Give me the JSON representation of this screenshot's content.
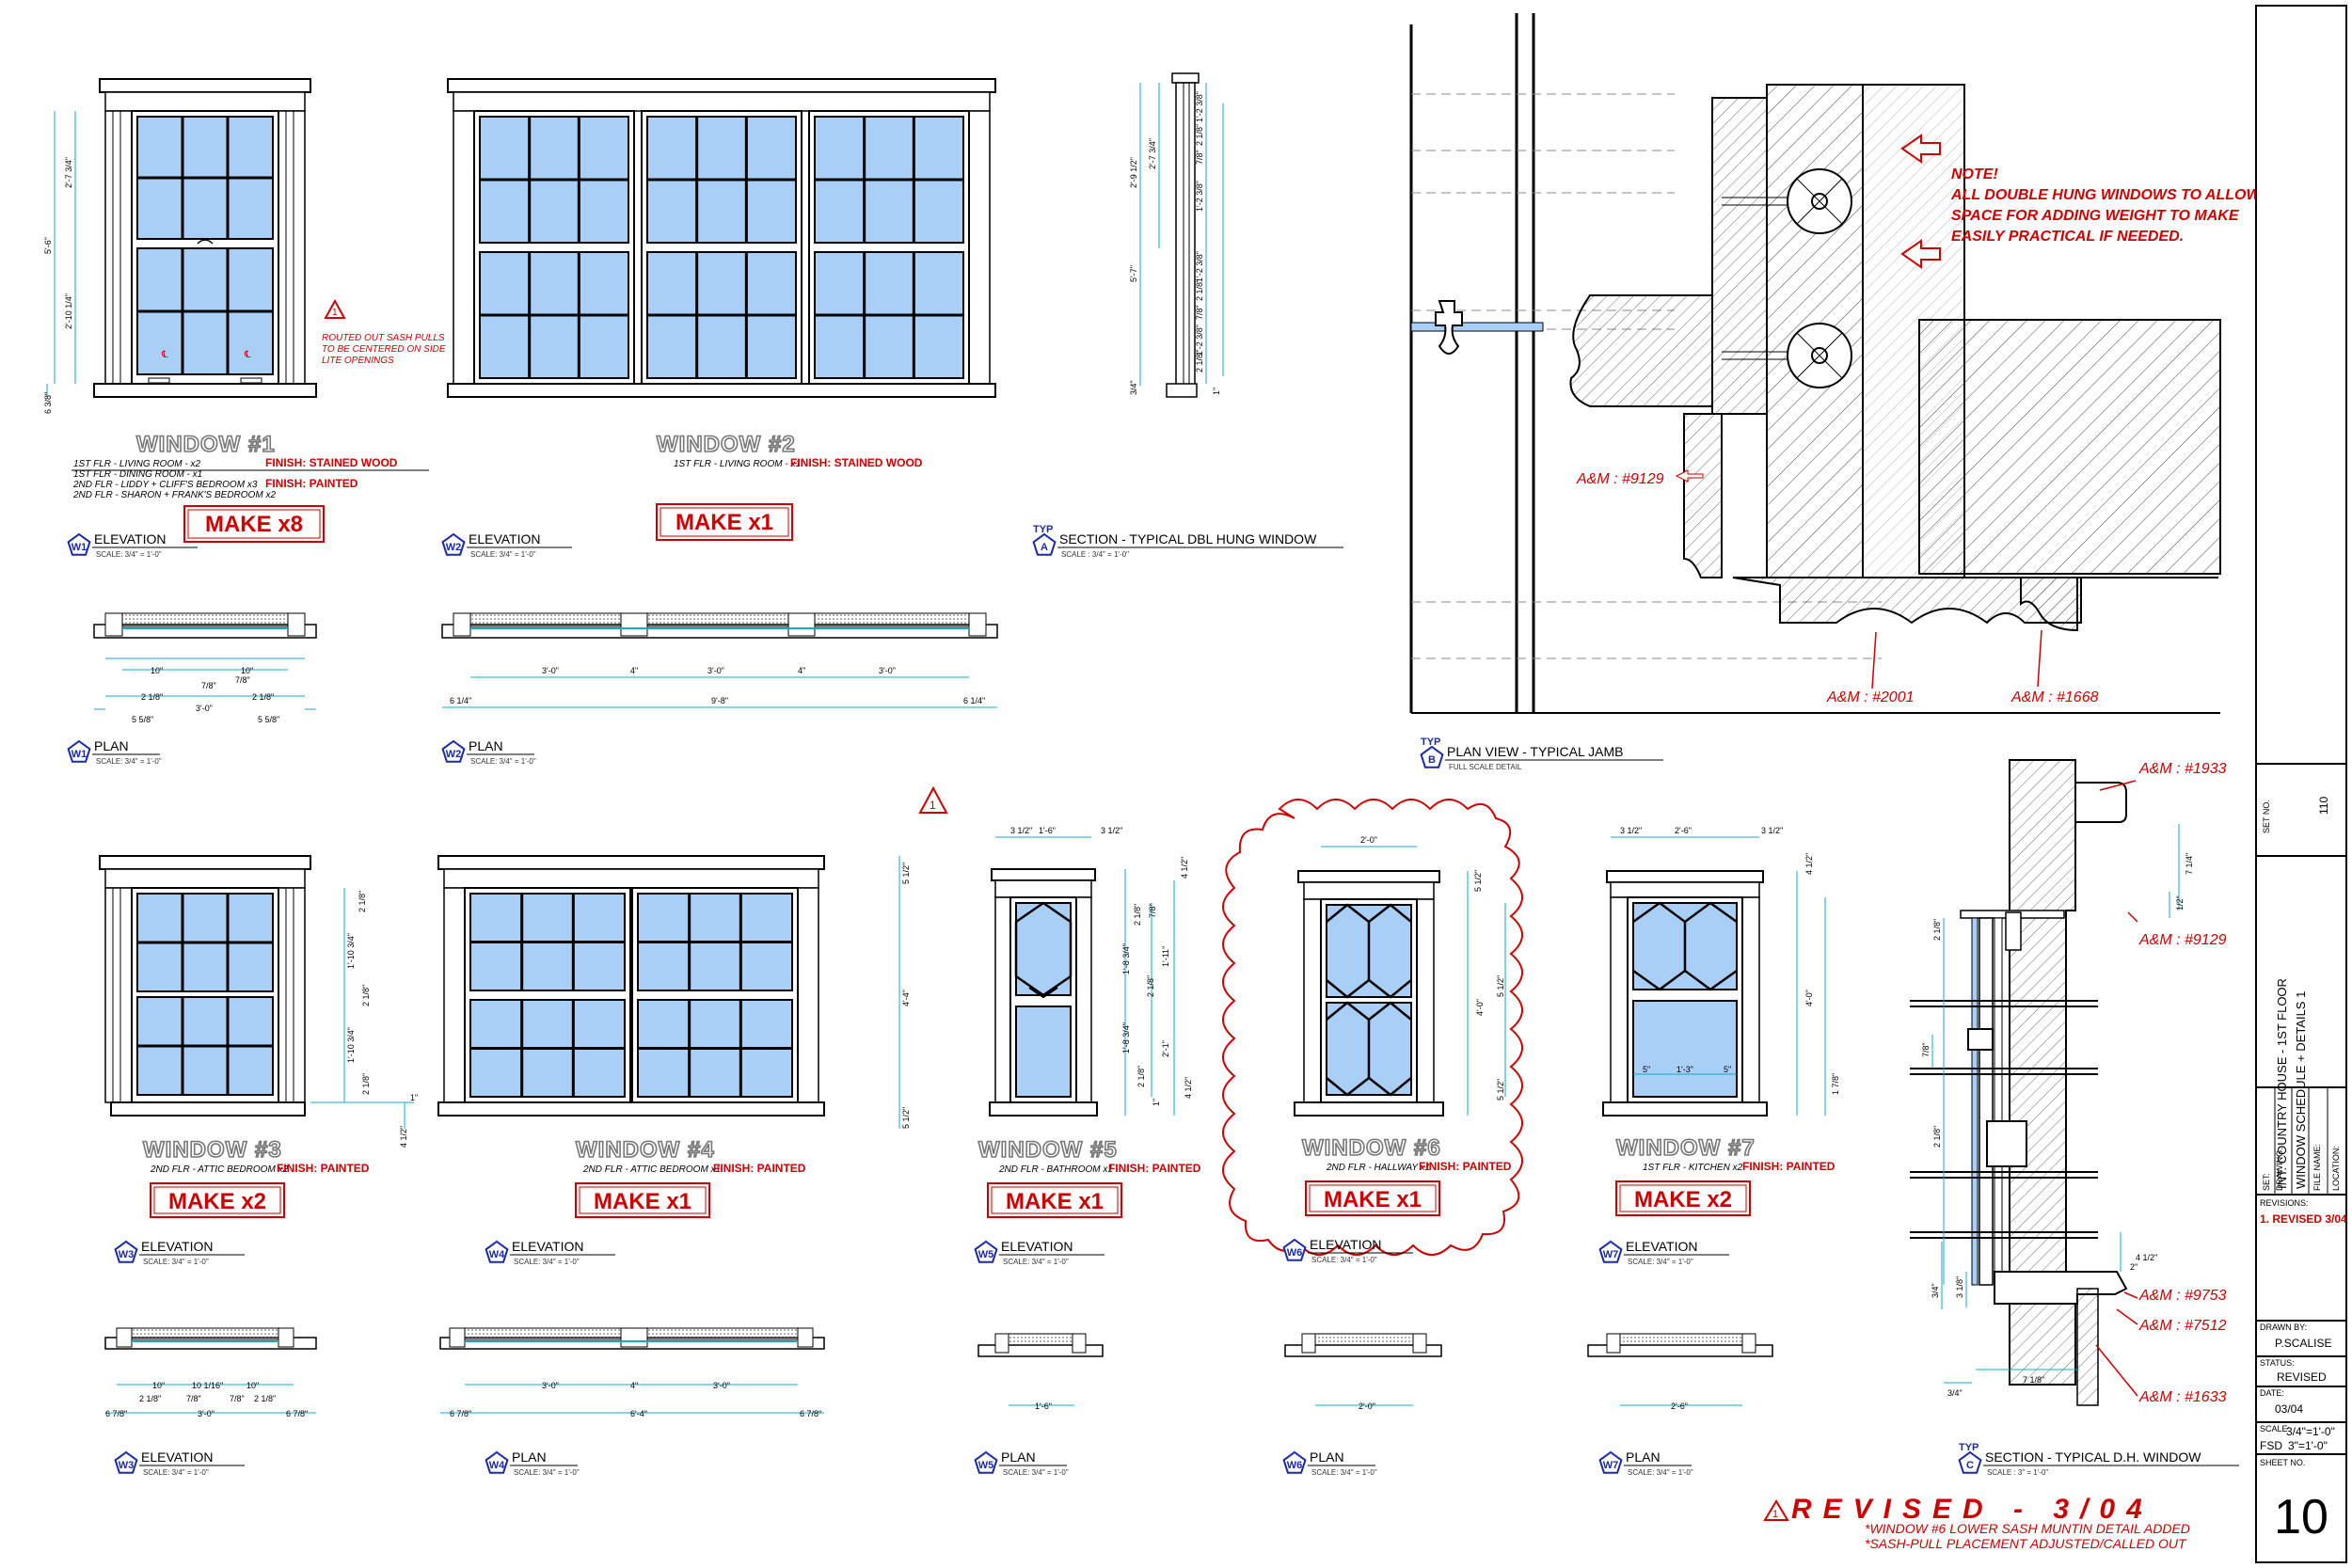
{
  "windows": {
    "w1": {
      "title": "WINDOW #1",
      "locations": [
        "1ST FLR - LIVING ROOM - x2",
        "1ST FLR - DINING ROOM - x1",
        "2ND FLR - LIDDY + CLIFF'S BEDROOM x3",
        "2ND FLR - SHARON + FRANK'S BEDROOM x2"
      ],
      "finish_a": "FINISH: STAINED WOOD",
      "finish_b": "FINISH: PAINTED",
      "make": "MAKE x8",
      "note": [
        "ROUTED OUT SASH PULLS",
        "TO BE CENTERED ON SIDE",
        "LITE OPENINGS"
      ],
      "dims": {
        "d1": "2'-7 3/4\"",
        "d2": "5'-6\"",
        "d3": "2'-10 1/4\"",
        "d4": "6 3/8\""
      }
    },
    "w2": {
      "title": "WINDOW #2",
      "locations": [
        "1ST FLR - LIVING ROOM - x1"
      ],
      "finish": "FINISH: STAINED WOOD",
      "make": "MAKE x1"
    },
    "w3": {
      "title": "WINDOW #3",
      "locations": [
        "2ND FLR - ATTIC BEDROOM x2"
      ],
      "finish": "FINISH: PAINTED",
      "make": "MAKE x2",
      "dims": {
        "d1": "2 1/8\"",
        "d2": "1'-10 3/4\"",
        "d3": "2 1/8\"",
        "d4": "1'-10 3/4\"",
        "d5": "2 1/8\"",
        "d6": "1\"",
        "d7": "4 1/2\""
      }
    },
    "w4": {
      "title": "WINDOW #4",
      "locations": [
        "2ND FLR - ATTIC BEDROOM x1"
      ],
      "finish": "FINISH: PAINTED",
      "make": "MAKE x1",
      "dims": {
        "d1": "5 1/2\"",
        "d2": "4'-4\"",
        "d3": "5 1/2\""
      }
    },
    "w5": {
      "title": "WINDOW #5",
      "locations": [
        "2ND FLR - BATHROOM x1"
      ],
      "finish": "FINISH: PAINTED",
      "make": "MAKE x1",
      "dims": {
        "top_a": "3 1/2\"",
        "top_b": "1'-6\"",
        "top_c": "3 1/2\"",
        "r1": "4 1/2\"",
        "r2": "2 1/8\"",
        "r3": "7/8\"",
        "r4": "1'-8 3/4\"",
        "r5": "1'-11\"",
        "r6": "2 1/8\"",
        "r7": "1'-8 3/4\"",
        "r8": "2'-1\"",
        "r9": "2 1/8\"",
        "r10": "1\"",
        "r11": "4 1/2\""
      }
    },
    "w6": {
      "title": "WINDOW #6",
      "locations": [
        "2ND FLR - HALLWAY x1"
      ],
      "finish": "FINISH: PAINTED",
      "make": "MAKE x1",
      "dims": {
        "top": "2'-0\"",
        "r1": "5 1/2\"",
        "r2": "5 1/2\"",
        "r3": "4'-0\"",
        "r4": "5 1/2\""
      }
    },
    "w7": {
      "title": "WINDOW #7",
      "locations": [
        "1ST FLR - KITCHEN x2"
      ],
      "finish": "FINISH: PAINTED",
      "make": "MAKE x2",
      "dims": {
        "top_a": "3 1/2\"",
        "top_b": "2'-6\"",
        "top_c": "3 1/2\"",
        "r1": "4 1/2\"",
        "r2": "4'-0\"",
        "r3": "1 7/8\"",
        "m1": "5\"",
        "m2": "1'-3\"",
        "m3": "5\""
      }
    }
  },
  "views": {
    "w1_elev": {
      "tag": "W1",
      "title": "ELEVATION",
      "scale": "SCALE: 3/4\" = 1'-0\""
    },
    "w2_elev": {
      "tag": "W2",
      "title": "ELEVATION",
      "scale": "SCALE: 3/4\" = 1'-0\""
    },
    "w1_plan": {
      "tag": "W1",
      "title": "PLAN",
      "scale": "SCALE: 3/4\" = 1'-0\""
    },
    "w2_plan": {
      "tag": "W2",
      "title": "PLAN",
      "scale": "SCALE: 3/4\" = 1'-0\""
    },
    "sec_a": {
      "tag": "A",
      "typ": "TYP",
      "title": "SECTION - TYPICAL DBL HUNG WINDOW",
      "scale": "SCALE : 3/4\" = 1'-0\""
    },
    "plan_b": {
      "tag": "B",
      "typ": "TYP",
      "title": "PLAN VIEW - TYPICAL JAMB",
      "scale": "FULL SCALE DETAIL"
    },
    "w3_elev": {
      "tag": "W3",
      "title": "ELEVATION",
      "scale": "SCALE: 3/4\" = 1'-0\""
    },
    "w4_elev": {
      "tag": "W4",
      "title": "ELEVATION",
      "scale": "SCALE: 3/4\" = 1'-0\""
    },
    "w5_elev": {
      "tag": "W5",
      "title": "ELEVATION",
      "scale": "SCALE: 3/4\" = 1'-0\""
    },
    "w6_elev": {
      "tag": "W6",
      "title": "ELEVATION",
      "scale": "SCALE: 3/4\" = 1'-0\""
    },
    "w7_elev": {
      "tag": "W7",
      "title": "ELEVATION",
      "scale": "SCALE: 3/4\" = 1'-0\""
    },
    "w3_plan": {
      "tag": "W3",
      "title": "ELEVATION",
      "scale": "SCALE: 3/4\" = 1'-0\""
    },
    "w4_plan": {
      "tag": "W4",
      "title": "PLAN",
      "scale": "SCALE: 3/4\" = 1'-0\""
    },
    "w5_plan": {
      "tag": "W5",
      "title": "PLAN",
      "scale": "SCALE: 3/4\" = 1'-0\""
    },
    "w6_plan": {
      "tag": "W6",
      "title": "PLAN",
      "scale": "SCALE: 3/4\" = 1'-0\""
    },
    "w7_plan": {
      "tag": "W7",
      "title": "PLAN",
      "scale": "SCALE: 3/4\" = 1'-0\""
    },
    "sec_c": {
      "tag": "C",
      "typ": "TYP",
      "title": "SECTION - TYPICAL D.H. WINDOW",
      "scale": "SCALE : 3\" = 1'-0\""
    }
  },
  "plan_dims": {
    "w1": {
      "a": "10\"",
      "b": "10\"",
      "c": "7/8\"",
      "d": "7/8\"",
      "e": "2 1/8\"",
      "f": "2 1/8\"",
      "g": "3'-0\"",
      "h": "5 5/8\"",
      "i": "5 5/8\""
    },
    "w2": {
      "a": "3'-0\"",
      "b": "4\"",
      "c": "3'-0\"",
      "d": "4\"",
      "e": "3'-0\"",
      "f": "6 1/4\"",
      "g": "9'-8\"",
      "h": "6 1/4\""
    },
    "w3": {
      "a": "10\"",
      "b": "10 1/16\"",
      "c": "10\"",
      "d": "2 1/8\"",
      "e": "7/8\"",
      "f": "7/8\"",
      "g": "2 1/8\"",
      "h": "6 7/8\"",
      "i": "3'-0\"",
      "j": "6 7/8\""
    },
    "w4": {
      "a": "3'-0\"",
      "b": "4\"",
      "c": "3'-0\"",
      "d": "6 7/8\"",
      "e": "6'-4\"",
      "f": "6 7/8\""
    },
    "w5": {
      "a": "1'-6\""
    },
    "w6": {
      "a": "2'-0\""
    },
    "w7": {
      "a": "2'-6\""
    }
  },
  "section_a_dims": [
    "2'-9 1/2\"",
    "5'-7\"",
    "2'-7 3/4\"",
    "1'-2 3/8\"",
    "2 1/8\"",
    "7/8\"",
    "1'-2 3/8\"",
    "1'-2 3/8\"",
    "2 1/8\"",
    "7/8\"",
    "1'-2 3/8\"",
    "2 1/8\"",
    "3/4\"",
    "1\""
  ],
  "section_c_dims": [
    "7 1/4\"",
    "1/2\"",
    "2 1/8\"",
    "7/8\"",
    "2 1/8\"",
    "4 1/2\"",
    "2\"",
    "3/4\"",
    "3 1/8\"",
    "7 1/8\"",
    "3/4\""
  ],
  "jamb_note": {
    "head": "NOTE!",
    "lines": [
      "ALL DOUBLE HUNG WINDOWS TO ALLOW",
      "SPACE FOR ADDING WEIGHT TO MAKE",
      "EASILY PRACTICAL IF NEEDED."
    ]
  },
  "am_labels": {
    "j1": "A&M : #9129",
    "j2": "A&M : #2001",
    "j3": "A&M : #1668",
    "c1": "A&M : #1933",
    "c2": "A&M : #9129",
    "c3": "A&M : #9753",
    "c4": "A&M : #7512",
    "c5": "A&M : #1633"
  },
  "revision": {
    "mark": "1",
    "title": "REVISED - 3/04",
    "lines": [
      "*WINDOW #6 LOWER SASH MUNTIN DETAIL ADDED",
      "*SASH-PULL PLACEMENT ADJUSTED/CALLED OUT"
    ]
  },
  "title_block": {
    "set_label": "SET NO.",
    "set_no": "110",
    "project_label": "SET:",
    "project": "INT. COUNTRY HOUSE - 1ST FLOOR",
    "drawing_label": "DRAWING:",
    "drawing": "WINDOW SCHEDULE + DETAILS 1",
    "file_label": "FILE NAME:",
    "location_label": "LOCATION:",
    "revisions_label": "REVISIONS:",
    "revision_entry": "1. REVISED 3/04",
    "drawn_label": "DRAWN BY:",
    "drawn_by": "P.SCALISE",
    "status_label": "STATUS:",
    "status": "REVISED",
    "date_label": "DATE:",
    "date": "03/04",
    "scale_label": "SCALE:",
    "scale_a": "3/4\"=1'-0\"",
    "fsd": "FSD",
    "scale_b": "3\"=1'-0\"",
    "sheet_label": "SHEET NO.",
    "sheet_no": "10"
  },
  "colors": {
    "glass": "#a9cff6",
    "dim": "#17a8c8",
    "red": "#cc0000",
    "tag": "#1a2aa8"
  }
}
